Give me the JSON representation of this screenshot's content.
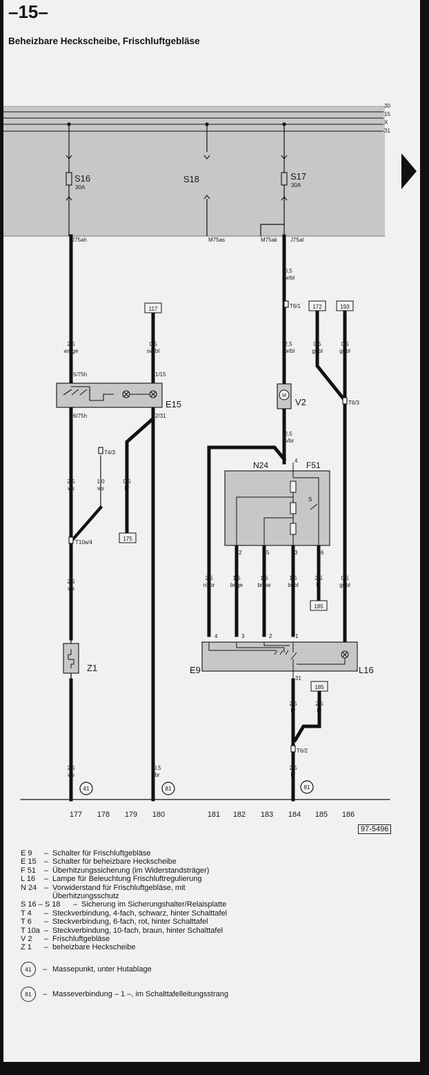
{
  "header": {
    "page_number": "–15–",
    "title": "Beheizbare Heckscheibe, Frischluftgebläse"
  },
  "rails": [
    {
      "label": "30"
    },
    {
      "label": "15"
    },
    {
      "label": "X"
    },
    {
      "label": "31"
    }
  ],
  "fuses": {
    "s16": {
      "name": "S16",
      "rating": "30A"
    },
    "s18": {
      "name": "S18"
    },
    "s17": {
      "name": "S17",
      "rating": "30A"
    }
  },
  "terminals": {
    "j75ah": "J75ah",
    "m75as": "M75as",
    "m75ak": "M75ak",
    "j75al": "J75al"
  },
  "wire_labels": [
    {
      "size": "2,5",
      "color": "ws/ge"
    },
    {
      "size": "0,5",
      "color": "sw/bl"
    },
    {
      "size": "0,5",
      "color": "sw/bl"
    },
    {
      "size": "2,5",
      "color": "sw/bl"
    },
    {
      "size": "0,5",
      "color": "gr/bl"
    },
    {
      "size": "0,5",
      "color": "gr/bl"
    },
    {
      "size": "2,5",
      "color": "ws"
    },
    {
      "size": "1,0",
      "color": "ws"
    },
    {
      "size": "0,5",
      "color": "br"
    },
    {
      "size": "2,5",
      "color": "ro/br"
    },
    {
      "size": "2,5",
      "color": "ws"
    },
    {
      "size": "2,5",
      "color": "ro/br"
    },
    {
      "size": "1,5",
      "color": "br/ge"
    },
    {
      "size": "1,5",
      "color": "br/sw"
    },
    {
      "size": "1,5",
      "color": "br/bl"
    },
    {
      "size": "2,5",
      "color": "br"
    },
    {
      "size": "0,5",
      "color": "gr/bl"
    },
    {
      "size": "2,5",
      "color": "br"
    },
    {
      "size": "2,5",
      "color": "br"
    },
    {
      "size": "2,5",
      "color": "ws"
    },
    {
      "size": "0,5",
      "color": "br"
    },
    {
      "size": "2,5",
      "color": "br"
    }
  ],
  "ref_boxes": [
    "117",
    "172",
    "193",
    "175",
    "185",
    "185"
  ],
  "connectors": [
    "T6/1",
    "T6/3",
    "T4/3",
    "T10a/4",
    "T6/2"
  ],
  "pins": [
    "5/75h",
    "6/75h",
    "1/15",
    "2/31",
    "4",
    "2",
    "5",
    "3",
    "6",
    "4",
    "3",
    "2",
    "1",
    "31"
  ],
  "components": {
    "e15": "E15",
    "v2": "V2",
    "n24": "N24",
    "f51": "F51",
    "z1": "Z1",
    "e9": "E9",
    "l16": "L16",
    "switch_s": "S",
    "motor": "M"
  },
  "ground_points": [
    "41",
    "81",
    "81"
  ],
  "columns": [
    "177",
    "178",
    "179",
    "180",
    "181",
    "182",
    "183",
    "184",
    "185",
    "186"
  ],
  "ref_number": "97-5496",
  "legend": [
    {
      "code": "E 9",
      "text": "Schalter für Frischluftgebläse"
    },
    {
      "code": "E 15",
      "text": "Schalter für beheizbare Heckscheibe"
    },
    {
      "code": "F 51",
      "text": "Überhitzungssicherung (im Widerstandsträger)"
    },
    {
      "code": "L 16",
      "text": "Lampe für Beleuchtung Frischluftregulierung"
    },
    {
      "code": "N 24",
      "text": "Vorwiderstand für Frischluftgebläse, mit Überhitzungsschutz"
    },
    {
      "code": "S 16 – S 18",
      "text": "Sicherung im Sicherungshalter/Relaisplatte"
    },
    {
      "code": "T 4",
      "text": "Steckverbindung, 4-fach, schwarz, hinter Schalttafel"
    },
    {
      "code": "T 6",
      "text": "Steckverbindung, 6-fach, rot, hinter Schalttafel"
    },
    {
      "code": "T 10a",
      "text": "Steckverbindung, 10-fach, braun, hinter Schalttafel"
    },
    {
      "code": "V 2",
      "text": "Frischluftgebläse"
    },
    {
      "code": "Z 1",
      "text": "beheizbare Heckscheibe"
    }
  ],
  "ground_legend": [
    {
      "id": "41",
      "text": "Massepunkt, unter Hutablage"
    },
    {
      "id": "81",
      "text": "Masseverbindung – 1 –, im Schalttafelleitungsstrang"
    }
  ],
  "colors": {
    "panel": "#c7c7c5",
    "wire": "#111111",
    "paper": "#f1f1ef"
  }
}
